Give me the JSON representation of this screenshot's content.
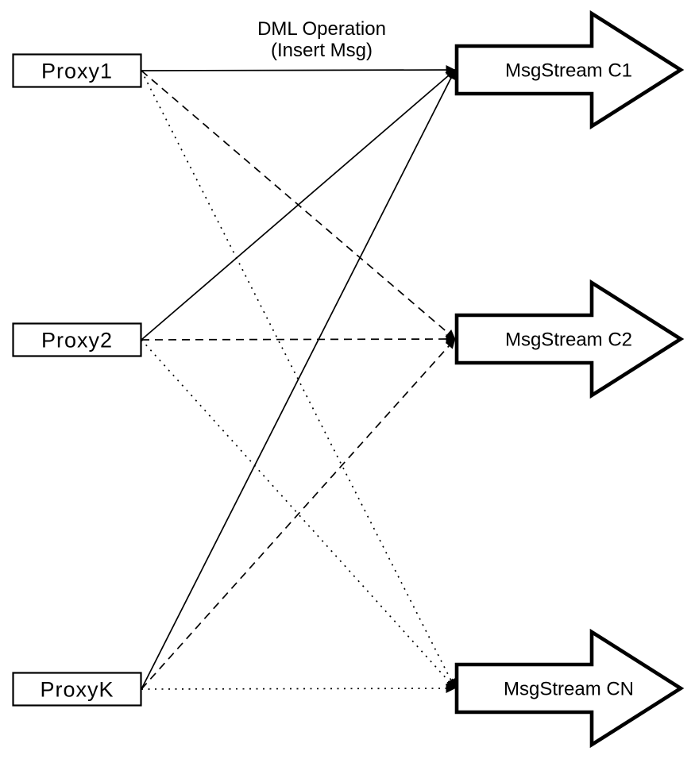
{
  "diagram": {
    "background_color": "#ffffff",
    "stroke_color": "#000000",
    "fill_color": "#ffffff",
    "edge_label": {
      "line1": "DML Operation",
      "line2": "(Insert Msg)"
    },
    "proxies": [
      {
        "label": "Proxy1"
      },
      {
        "label": "Proxy2"
      },
      {
        "label": "ProxyK"
      }
    ],
    "streams": [
      {
        "label": "MsgStream C1",
        "incoming_line_style": "solid"
      },
      {
        "label": "MsgStream C2",
        "incoming_line_style": "dashed"
      },
      {
        "label": "MsgStream CN",
        "incoming_line_style": "dotted"
      }
    ],
    "edges": [
      {
        "from": "Proxy1",
        "to": "MsgStream C1",
        "style": "solid",
        "label": "DML Operation (Insert Msg)"
      },
      {
        "from": "Proxy2",
        "to": "MsgStream C1",
        "style": "solid",
        "label": ""
      },
      {
        "from": "ProxyK",
        "to": "MsgStream C1",
        "style": "solid",
        "label": ""
      },
      {
        "from": "Proxy1",
        "to": "MsgStream C2",
        "style": "dashed",
        "label": ""
      },
      {
        "from": "Proxy2",
        "to": "MsgStream C2",
        "style": "dashed",
        "label": ""
      },
      {
        "from": "ProxyK",
        "to": "MsgStream C2",
        "style": "dashed",
        "label": ""
      },
      {
        "from": "Proxy1",
        "to": "MsgStream CN",
        "style": "dotted",
        "label": ""
      },
      {
        "from": "Proxy2",
        "to": "MsgStream CN",
        "style": "dotted",
        "label": ""
      },
      {
        "from": "ProxyK",
        "to": "MsgStream CN",
        "style": "dotted",
        "label": ""
      }
    ]
  }
}
